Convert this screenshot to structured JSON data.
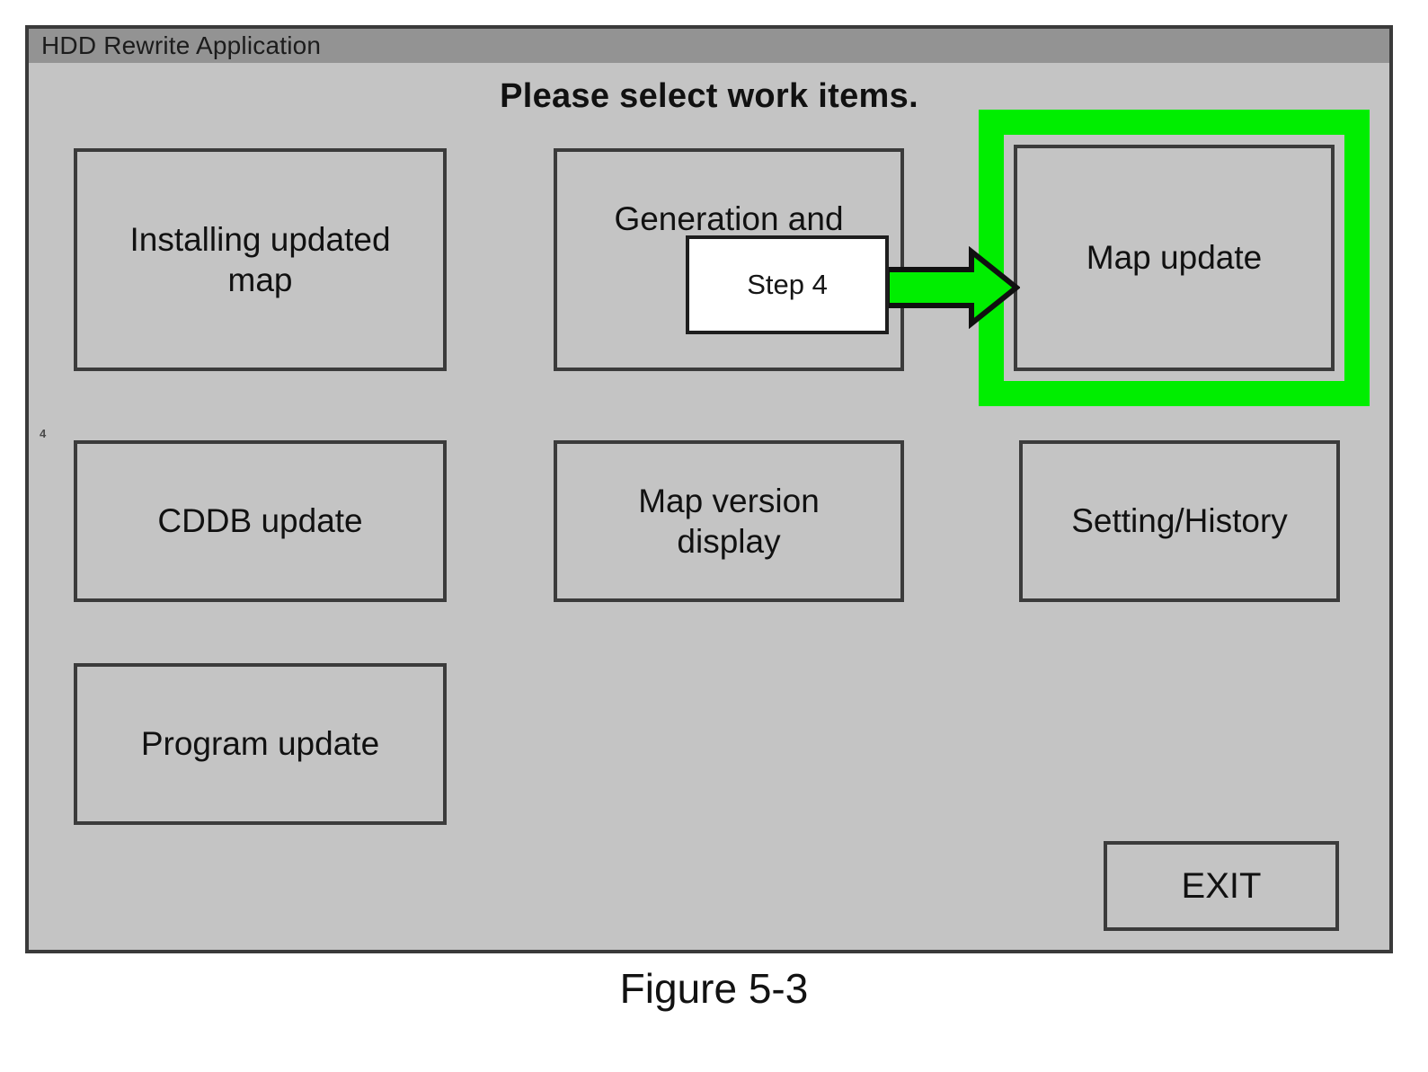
{
  "window": {
    "title": "HDD Rewrite Application",
    "heading": "Please select work items."
  },
  "colors": {
    "window_background": "#c4c4c4",
    "title_bar": "#939393",
    "border": "#3b3b3b",
    "highlight_green": "#00ee00",
    "callout_background": "#ffffff",
    "text": "#111111"
  },
  "buttons": {
    "installing_map": "Installing updated\nmap",
    "generation_certificate": "Generation and\nconfi\ncertif",
    "map_update": "Map update",
    "cddb_update": "CDDB update",
    "map_version_display": "Map version\ndisplay",
    "setting_history": "Setting/History",
    "program_update": "Program update",
    "exit": "EXIT"
  },
  "annotation": {
    "step_label": "Step 4",
    "arrow_direction": "right",
    "arrow_target": "map_update",
    "highlighted_button": "map_update"
  },
  "artifacts": {
    "scan_mark": "4"
  },
  "caption": "Figure 5-3"
}
